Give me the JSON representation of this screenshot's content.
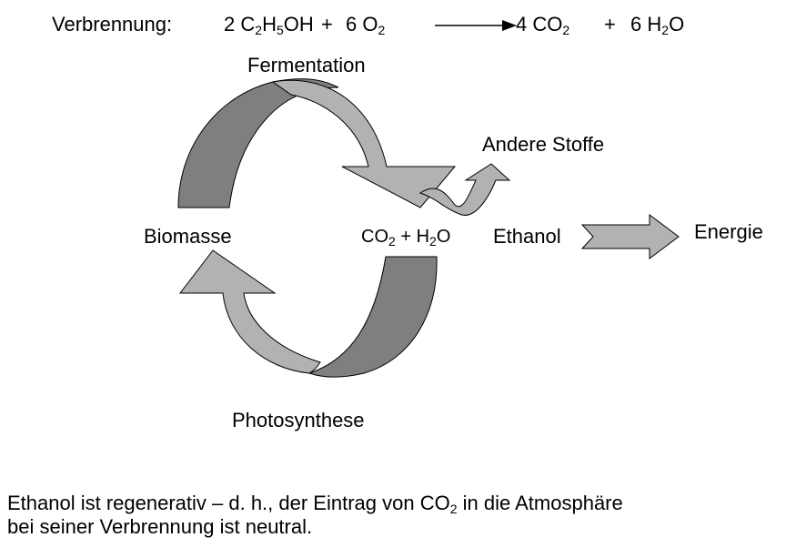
{
  "equation": {
    "label": "Verbrennung:",
    "reactant_1_coef": "2",
    "reactant_1": [
      "C",
      "2",
      "H",
      "5",
      "OH"
    ],
    "plus_1": "+",
    "reactant_2_coef": "6",
    "reactant_2": [
      "O",
      "2"
    ],
    "product_1_coef": "4",
    "product_1": [
      "CO",
      "2"
    ],
    "plus_2": "+",
    "product_2_coef": "6",
    "product_2": [
      "H",
      "2",
      "O"
    ]
  },
  "cycle": {
    "fermentation": "Fermentation",
    "photosynthese": "Photosynthese",
    "biomasse": "Biomasse",
    "co2_h2o": [
      "CO",
      "2",
      " + H",
      "2",
      "O"
    ],
    "andere_stoffe": "Andere Stoffe",
    "ethanol": "Ethanol",
    "energie": "Energie"
  },
  "footnote": {
    "line1_a": "Ethanol ist regenerativ – d. h., der Eintrag von CO",
    "line1_sub": "2",
    "line1_b": " in die Atmosphäre",
    "line2": "bei seiner Verbrennung ist neutral."
  },
  "colors": {
    "dark_arrow": "#7f7f7f",
    "light_arrow": "#b2b2b2",
    "outline": "#000000"
  }
}
